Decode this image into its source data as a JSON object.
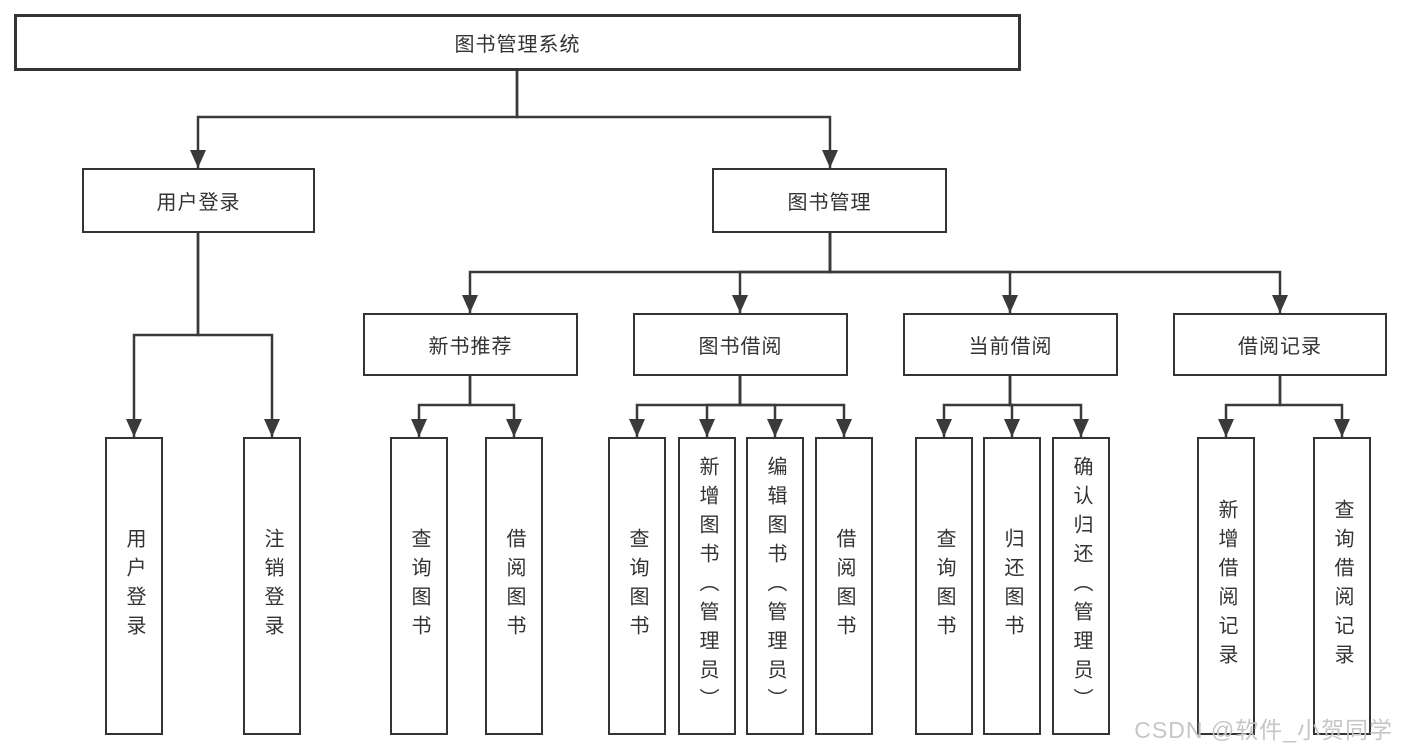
{
  "diagram": {
    "type": "hierarchy-tree",
    "direction": "top-down",
    "tree": {
      "label": "图书管理系统",
      "children": [
        {
          "label": "用户登录",
          "children": [
            {
              "label": "用户登录"
            },
            {
              "label": "注销登录"
            }
          ]
        },
        {
          "label": "图书管理",
          "children": [
            {
              "label": "新书推荐",
              "children": [
                {
                  "label": "查询图书"
                },
                {
                  "label": "借阅图书"
                }
              ]
            },
            {
              "label": "图书借阅",
              "children": [
                {
                  "label": "查询图书"
                },
                {
                  "label": "新增图书（管理员）"
                },
                {
                  "label": "编辑图书（管理员）"
                },
                {
                  "label": "借阅图书"
                }
              ]
            },
            {
              "label": "当前借阅",
              "children": [
                {
                  "label": "查询图书"
                },
                {
                  "label": "归还图书"
                },
                {
                  "label": "确认归还（管理员）"
                }
              ]
            },
            {
              "label": "借阅记录",
              "children": [
                {
                  "label": "新增借阅记录"
                },
                {
                  "label": "查询借阅记录"
                }
              ]
            }
          ]
        }
      ]
    },
    "colors": {
      "line": "#3a3a3a",
      "box_border": "#343434",
      "text": "#333333",
      "background": "#ffffff",
      "watermark_text_color": "#c6c6c6"
    }
  },
  "watermark": {
    "text": "CSDN @软件_小贺同学"
  }
}
